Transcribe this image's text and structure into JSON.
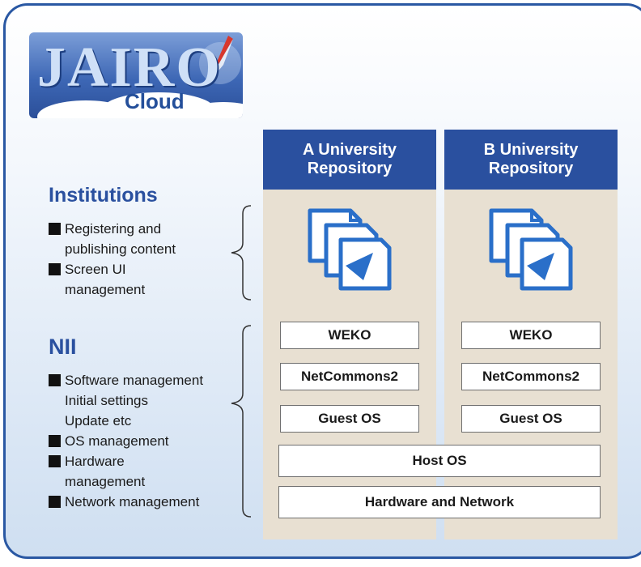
{
  "logo": {
    "wordmark": "JAIRO",
    "sub": "Cloud"
  },
  "columns": [
    {
      "title": "A University\nRepository",
      "boxes": [
        "WEKO",
        "NetCommons2",
        "Guest OS"
      ]
    },
    {
      "title": "B University\nRepository",
      "boxes": [
        "WEKO",
        "NetCommons2",
        "Guest OS"
      ]
    }
  ],
  "shared_layers": [
    "Host OS",
    "Hardware and Network"
  ],
  "institutions": {
    "title": "Institutions",
    "items": [
      {
        "text": "Registering and\npublishing content",
        "bullet": true
      },
      {
        "text": "Screen UI\nmanagement",
        "bullet": true
      }
    ]
  },
  "nii": {
    "title": "NII",
    "items": [
      {
        "text": "Software management",
        "bullet": true
      },
      {
        "text": "Initial settings",
        "bullet": false
      },
      {
        "text": "Update      etc",
        "bullet": false
      },
      {
        "text": "OS management",
        "bullet": true
      },
      {
        "text": "Hardware\nmanagement",
        "bullet": true
      },
      {
        "text": "Network management",
        "bullet": true
      }
    ]
  },
  "colors": {
    "frame": "#2a58a3",
    "column_header": "#2a509f",
    "column_body": "#e8e0d2",
    "heading": "#2a509f"
  }
}
